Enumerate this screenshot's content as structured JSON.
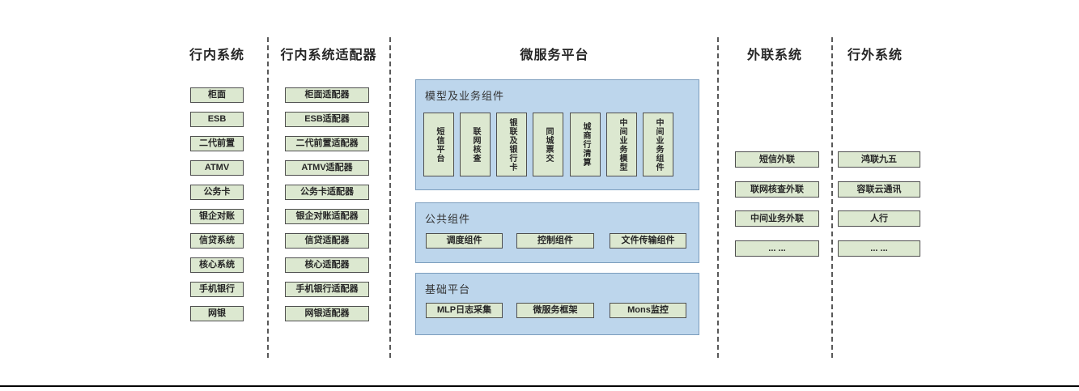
{
  "inbank": {
    "header": "行内系统",
    "items": [
      "柜面",
      "ESB",
      "二代前置",
      "ATMV",
      "公务卡",
      "银企对账",
      "信贷系统",
      "核心系统",
      "手机银行",
      "网银"
    ]
  },
  "adapters": {
    "header": "行内系统适配器",
    "items": [
      "柜面适配器",
      "ESB适配器",
      "二代前置适配器",
      "ATMV适配器",
      "公务卡适配器",
      "银企对账适配器",
      "信贷适配器",
      "核心适配器",
      "手机银行适配器",
      "网银适配器"
    ]
  },
  "platform": {
    "header": "微服务平台",
    "groups": [
      {
        "title": "模型及业务组件",
        "items": [
          "短信平台",
          "联网核查",
          "银联及银行卡",
          "同城票交",
          "城商行清算",
          "中间业务模型",
          "中间业务组件"
        ]
      },
      {
        "title": "公共组件",
        "items": [
          "调度组件",
          "控制组件",
          "文件传输组件"
        ]
      },
      {
        "title": "基础平台",
        "items": [
          "MLP日志采集",
          "微服务框架",
          "Mons监控"
        ]
      }
    ]
  },
  "external": {
    "header": "外联系统",
    "items": [
      "短信外联",
      "联网核查外联",
      "中间业务外联",
      "... ..."
    ]
  },
  "outside": {
    "header": "行外系统",
    "items": [
      "鸿联九五",
      "容联云通讯",
      "人行",
      "... ..."
    ]
  },
  "colors": {
    "box_fill": "#dce8d0",
    "box_border": "#4f4f4f",
    "panel_fill": "#bdd6ec",
    "panel_border": "#7b9dbd",
    "divider": "#595959",
    "text": "#262626",
    "bottom_rule": "#000000"
  }
}
